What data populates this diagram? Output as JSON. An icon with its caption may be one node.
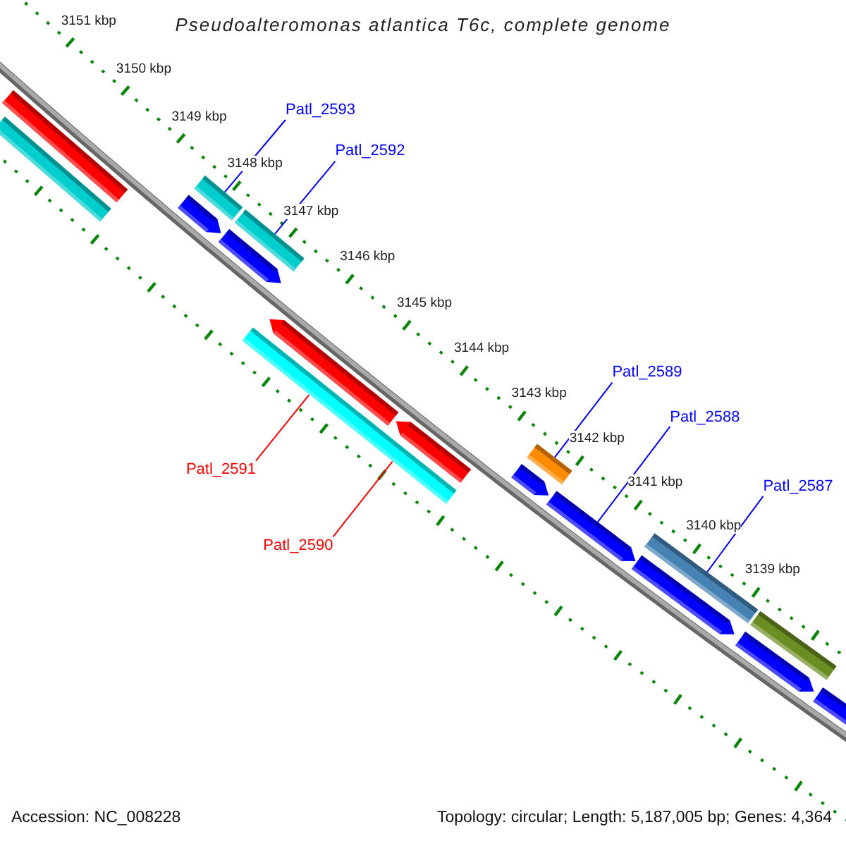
{
  "diagram": {
    "title": "Pseudoalteromonas atlantica T6c, complete genome",
    "nodes": [
      {
        "text": [],
        "shape": "bar"
      },
      {
        "text": [],
        "shape": "bar"
      },
      {
        "text": [
          "Patl_2593"
        ]
      },
      {
        "text": [
          "Patl_2592"
        ]
      },
      {
        "text": [],
        "shape": "bar"
      },
      {
        "text": [],
        "shape": "arrow"
      },
      {
        "text": [],
        "shape": "bar"
      },
      {
        "text": [],
        "shape": "arrow"
      },
      {
        "text": [],
        "shape": "arrow"
      },
      {
        "text": [],
        "shape": "bar"
      },
      {
        "text": [],
        "shape": "arrow"
      },
      {
        "text": [
          "Patl_2591"
        ]
      },
      {
        "text": [
          "Patl_2590"
        ]
      },
      {
        "text": [
          "Patl_2589"
        ]
      },
      {
        "text": [
          "Patl_2588"
        ]
      },
      {
        "text": [
          "Patl_2587"
        ]
      },
      {
        "text": [],
        "shape": "bar"
      },
      {
        "text": [],
        "shape": "arrow"
      },
      {
        "text": [],
        "shape": "arrow"
      },
      {
        "text": [],
        "shape": "bar"
      },
      {
        "text": [],
        "shape": "arrow"
      },
      {
        "text": [],
        "shape": "bar"
      },
      {
        "text": [],
        "shape": "arrow"
      },
      {
        "text": [],
        "shape": "arrow"
      }
    ],
    "edges": [
      {
        "from": 2,
        "to": 4,
        "arrow": "none"
      },
      {
        "from": 3,
        "to": 6,
        "arrow": "none"
      },
      {
        "from": 11,
        "to": 9,
        "arrow": "none",
        "color": "#ff0000"
      },
      {
        "from": 12,
        "to": 9,
        "arrow": "none",
        "color": "#ff0000"
      },
      {
        "from": 13,
        "to": 16,
        "arrow": "none"
      },
      {
        "from": 14,
        "to": 18,
        "arrow": "none"
      },
      {
        "from": 15,
        "to": 19,
        "arrow": "none"
      }
    ],
    "labels": [
      "3151 kbp",
      "3150 kbp",
      "3149 kbp",
      "3148 kbp",
      "3147 kbp",
      "3146 kbp",
      "3145 kbp",
      "3144 kbp",
      "3143 kbp",
      "3142 kbp",
      "3141 kbp",
      "3140 kbp",
      "3139 kbp",
      "Accession: NC_008228",
      "Topology: circular; Length: 5,187,005 bp; Genes: 4,364"
    ]
  }
}
